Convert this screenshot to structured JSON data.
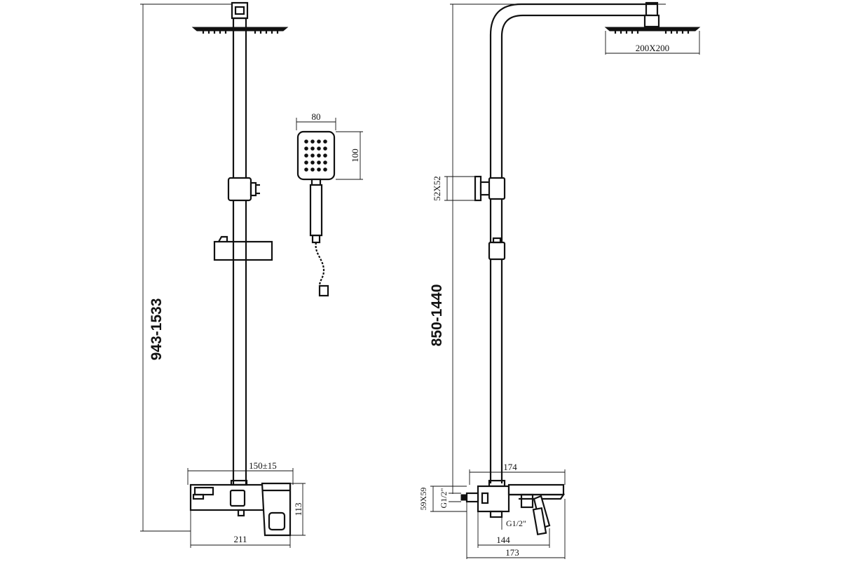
{
  "left_view": {
    "height_range": "943-1533",
    "width_total": "211",
    "body_height": "113",
    "inlet_spacing": "150±15"
  },
  "handshower": {
    "width": "80",
    "height": "100"
  },
  "right_view": {
    "head_size": "200X200",
    "bracket_size": "52X52",
    "height_range": "850-1440",
    "spout_length": "174",
    "flange_size": "59X59",
    "thread_top": "G1/2\"",
    "thread_bottom": "G1/2\"",
    "depth_inner": "144",
    "depth_total": "173"
  }
}
